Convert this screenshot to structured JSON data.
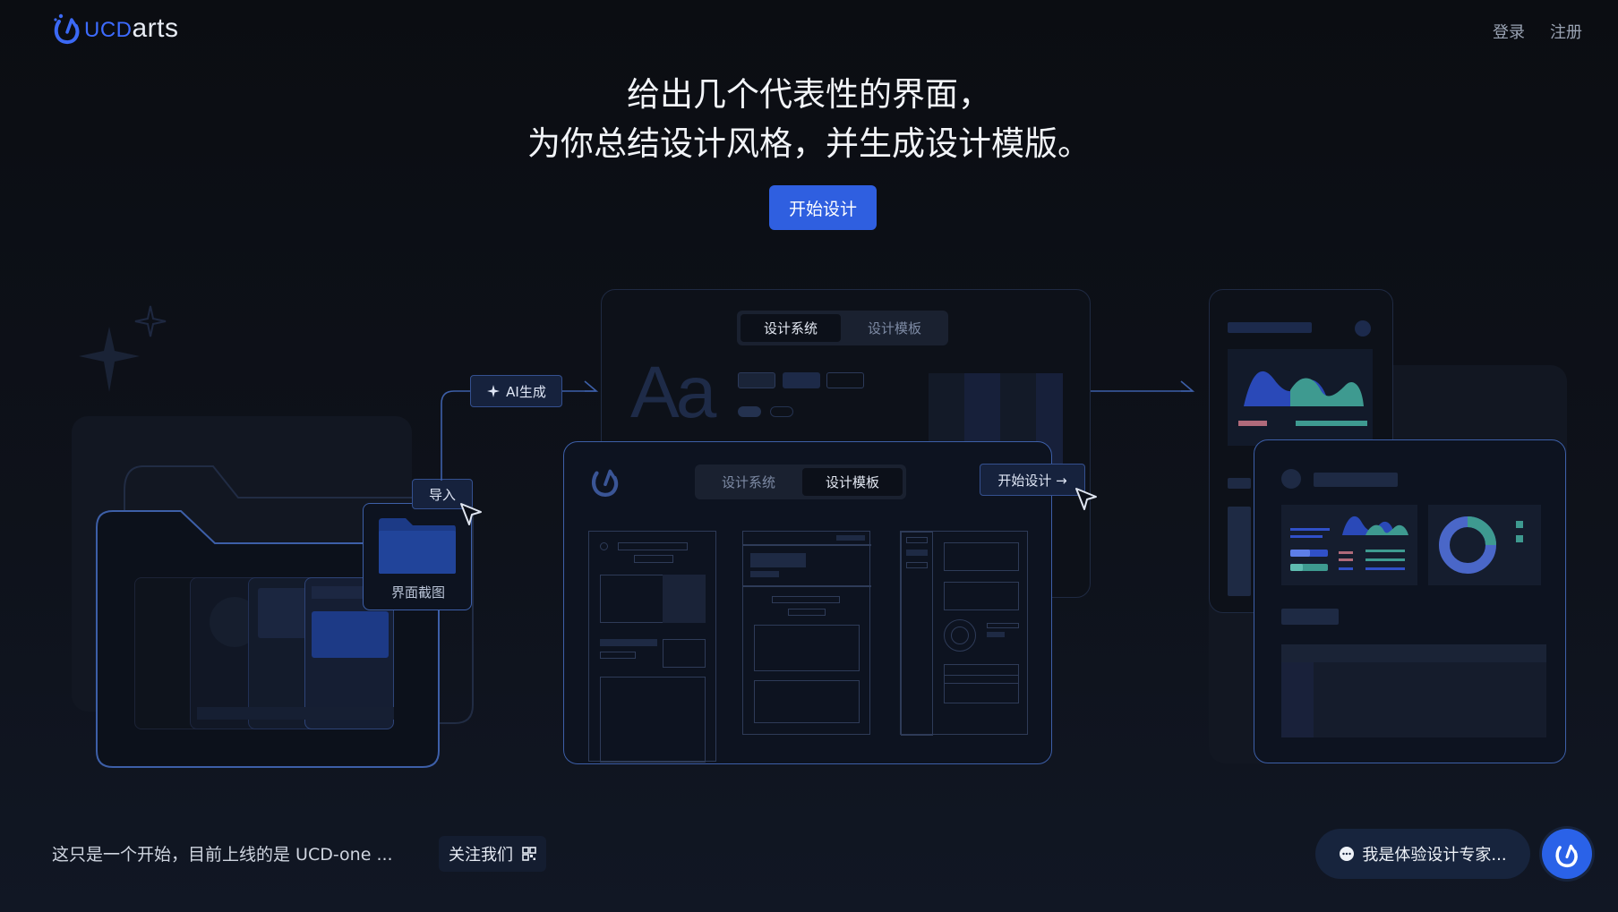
{
  "brand": {
    "logo_prefix": "UCD",
    "logo_suffix": "arts"
  },
  "nav": {
    "login": "登录",
    "register": "注册"
  },
  "hero": {
    "line1": "给出几个代表性的界面，",
    "line2": "为你总结设计风格，并生成设计模版。",
    "cta": "开始设计"
  },
  "illustration": {
    "ai_chip": "AI生成",
    "import_chip": "导入",
    "screenshot_label": "界面截图",
    "typography_sample": "Aa",
    "back_card": {
      "tab1": "设计系统",
      "tab2": "设计模板",
      "active": "设计系统"
    },
    "front_card": {
      "tab1": "设计系统",
      "tab2": "设计模板",
      "active": "设计模板",
      "start_button": "开始设计 →"
    }
  },
  "footer": {
    "message": "这只是一个开始，目前上线的是 UCD-one ...",
    "follow_button": "关注我们",
    "assistant_button": "我是体验设计专家..."
  },
  "colors": {
    "accent": "#2f5fe0",
    "background": "#0b0d12",
    "panel_border": "#3d5fa8",
    "chart_teal": "#3d9a92",
    "chart_blue": "#3050c8",
    "chart_pink": "#b06a7a"
  }
}
